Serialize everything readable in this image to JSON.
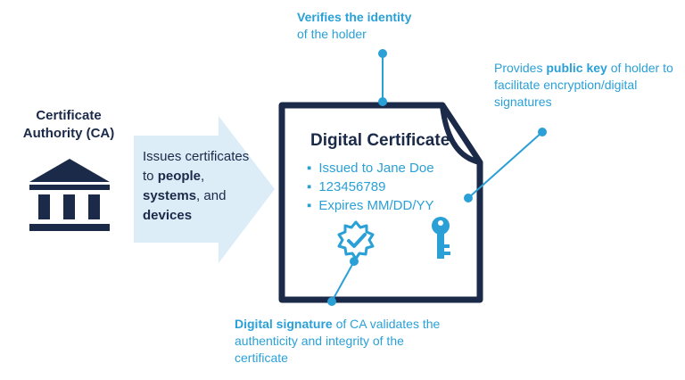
{
  "ca": {
    "label_line1": "Certificate",
    "label_line2": "Authority (CA)",
    "icon": "bank-building-icon"
  },
  "arrow": {
    "t1": "Issues certificates to ",
    "b1": "people",
    "t2": ", ",
    "b2": "systems",
    "t3": ", and ",
    "b3": "devices"
  },
  "certificate": {
    "title": "Digital Certificate",
    "items": [
      "Issued to Jane Doe",
      "123456789",
      "Expires MM/DD/YY"
    ],
    "badge_icon": "verified-badge-icon",
    "key_icon": "key-icon"
  },
  "annotations": {
    "top": {
      "bold": "Verifies the identity",
      "rest": "of the holder"
    },
    "right": {
      "pre": "Provides ",
      "bold": "public key",
      "rest": " of holder to facilitate encryption/digital signatures"
    },
    "bottom": {
      "bold": "Digital signature",
      "rest": " of CA validates the authenticity and integrity of the certificate"
    }
  },
  "colors": {
    "navy": "#1b2a48",
    "blue": "#2aa0d7",
    "arrow_fill": "#dcedf8"
  }
}
